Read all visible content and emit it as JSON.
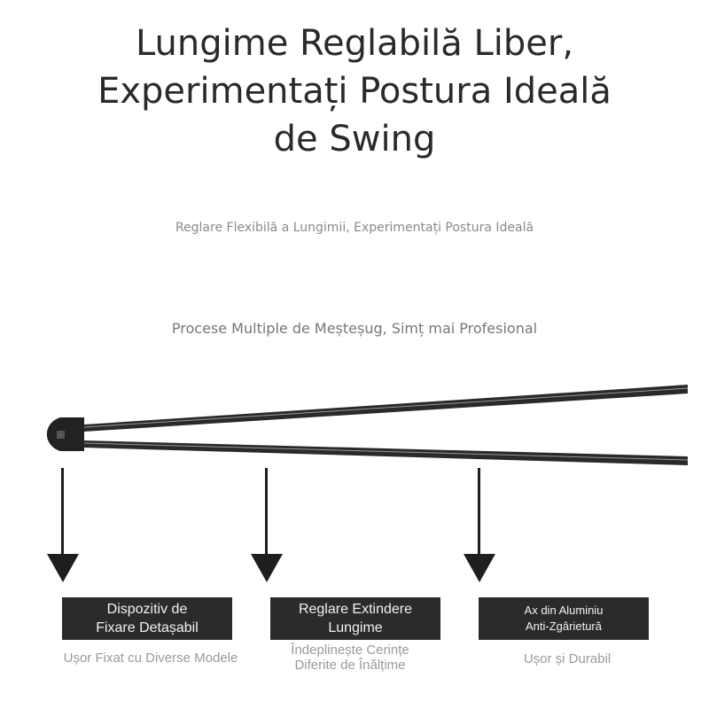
{
  "title": {
    "lines": [
      "Lungime Reglabilă Liber,",
      "Experimentați Postura Ideală",
      "de Swing"
    ]
  },
  "subtitle_1": "Reglare Flexibilă a Lungimii, Experimentați Postura Ideală",
  "subtitle_2": "Procese Multiple de Meșteșug, Simț mai Profesional",
  "product": {
    "icon": "golf-putting-trainer-rods"
  },
  "features": [
    {
      "label_lines": [
        "Dispozitiv de",
        "Fixare Detașabil"
      ],
      "caption_lines": [
        "Ușor Fixat cu Diverse Modele"
      ]
    },
    {
      "label_lines": [
        "Reglare Extindere",
        "Lungime"
      ],
      "caption_lines": [
        "Îndeplinește Cerințe",
        "Diferite de Înălțime"
      ]
    },
    {
      "label_lines": [
        "Ax din Aluminiu",
        "Anti-Zgârietură"
      ],
      "caption_lines": [
        "Ușor și Durabil"
      ]
    }
  ],
  "colors": {
    "box": "#2b2b2b",
    "arrow": "#1e1e1e",
    "caption": "#9a9a9a"
  }
}
